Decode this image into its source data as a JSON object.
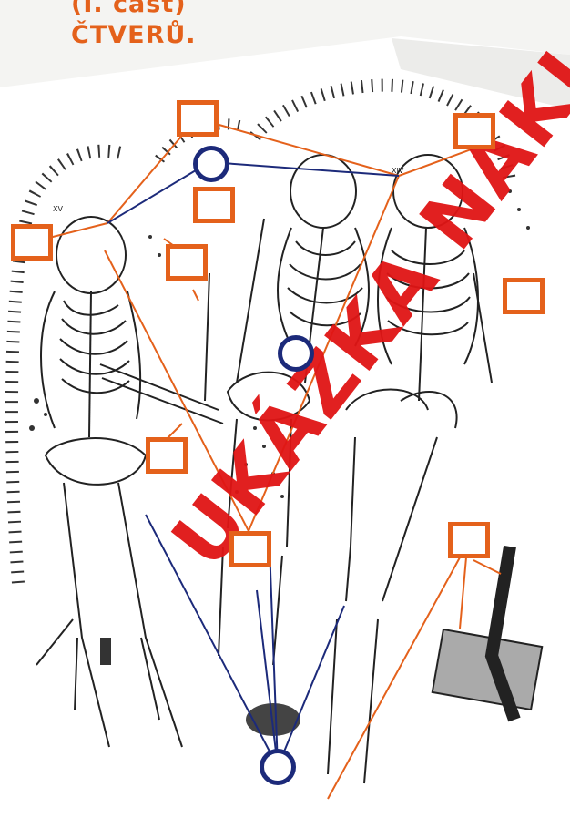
{
  "heading": {
    "line1": "(I. část)",
    "line2": "ČTVERŮ."
  },
  "labels": {
    "grave_left": "XV",
    "grave_right": "XIV"
  },
  "watermark": "UKÁZKA NAKLADATELSTVÍ",
  "colors": {
    "accent": "#e4611b",
    "connector_dark": "#1c2a7a",
    "watermark": "#e01515"
  }
}
